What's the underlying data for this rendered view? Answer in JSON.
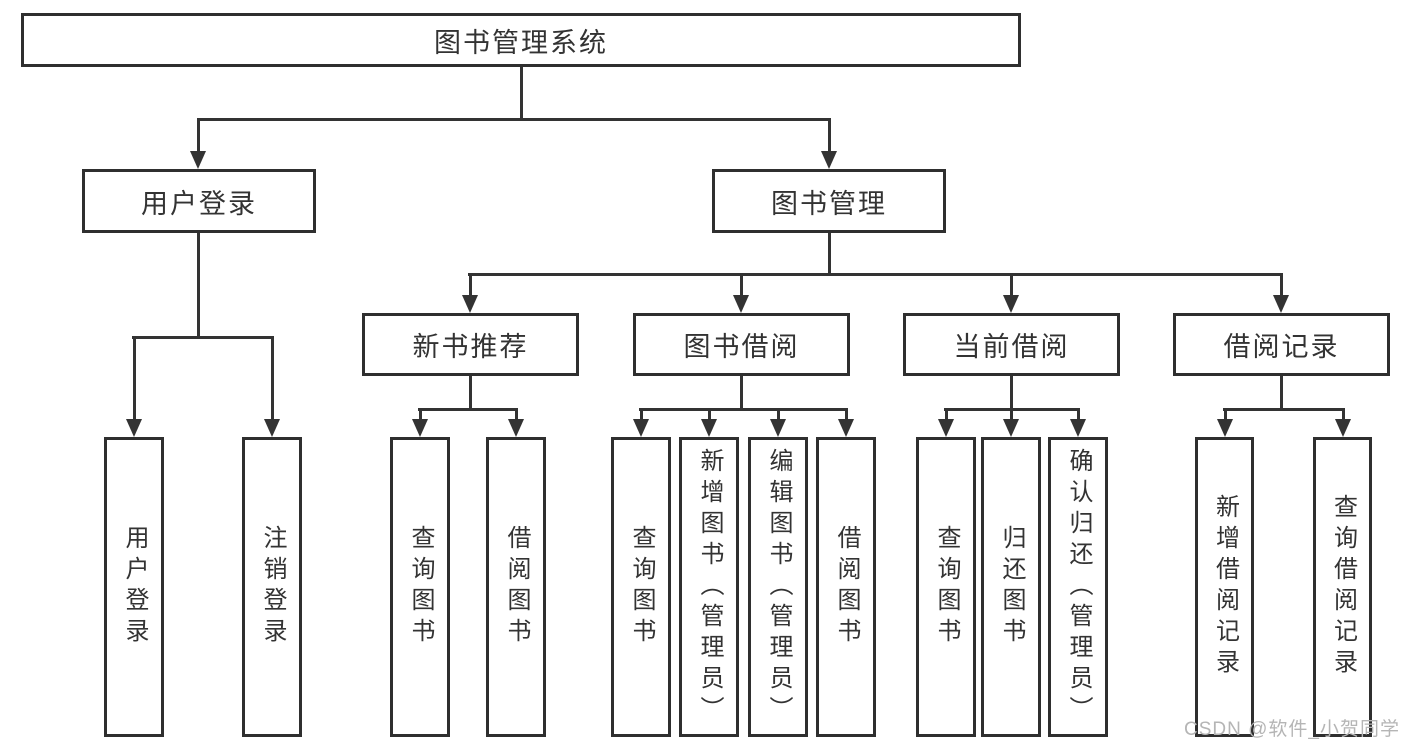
{
  "diagram": {
    "root": {
      "label": "图书管理系统"
    },
    "branches": [
      {
        "label": "用户登录",
        "children": [
          {
            "label": "用户登录"
          },
          {
            "label": "注销登录"
          }
        ]
      },
      {
        "label": "图书管理",
        "children": [
          {
            "label": "新书推荐",
            "children": [
              {
                "label": "查询图书"
              },
              {
                "label": "借阅图书"
              }
            ]
          },
          {
            "label": "图书借阅",
            "children": [
              {
                "label": "查询图书"
              },
              {
                "label": "新增图书（管理员）"
              },
              {
                "label": "编辑图书（管理员）"
              },
              {
                "label": "借阅图书"
              }
            ]
          },
          {
            "label": "当前借阅",
            "children": [
              {
                "label": "查询图书"
              },
              {
                "label": "归还图书"
              },
              {
                "label": "确认归还（管理员）"
              }
            ]
          },
          {
            "label": "借阅记录",
            "children": [
              {
                "label": "新增借阅记录"
              },
              {
                "label": "查询借阅记录"
              }
            ]
          }
        ]
      }
    ]
  },
  "watermark": {
    "text": "CSDN @软件_小贺同学"
  },
  "colors": {
    "line": "#333333",
    "box_border": "#2f2f2f",
    "text": "#333333",
    "watermark": "#b5b5b5",
    "background": "#ffffff"
  }
}
